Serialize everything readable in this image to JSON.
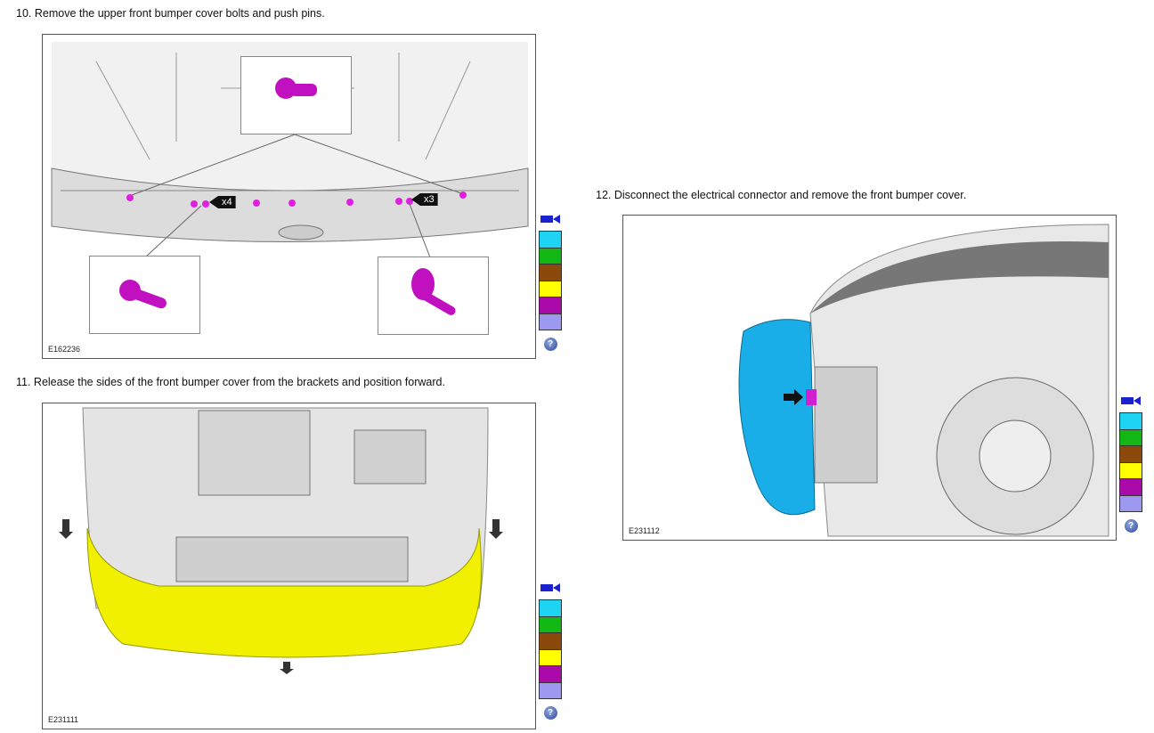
{
  "steps": [
    {
      "text": "10. Remove the upper front bumper cover bolts and push pins.",
      "figure_id": "E162236",
      "callouts": [
        "x4",
        "x3"
      ]
    },
    {
      "text": "11. Release the sides of the front bumper cover from the brackets and position forward.",
      "figure_id": "E231111"
    },
    {
      "text": "12. Disconnect the electrical connector and remove the front bumper cover.",
      "figure_id": "E231112"
    }
  ],
  "palette": {
    "icons": [
      "video-camera-icon",
      "help-icon"
    ],
    "help_label": "?",
    "colors": [
      "#1ed4f2",
      "#14b814",
      "#8b4a0c",
      "#ffff00",
      "#aa0aaa",
      "#9d98f0"
    ]
  }
}
